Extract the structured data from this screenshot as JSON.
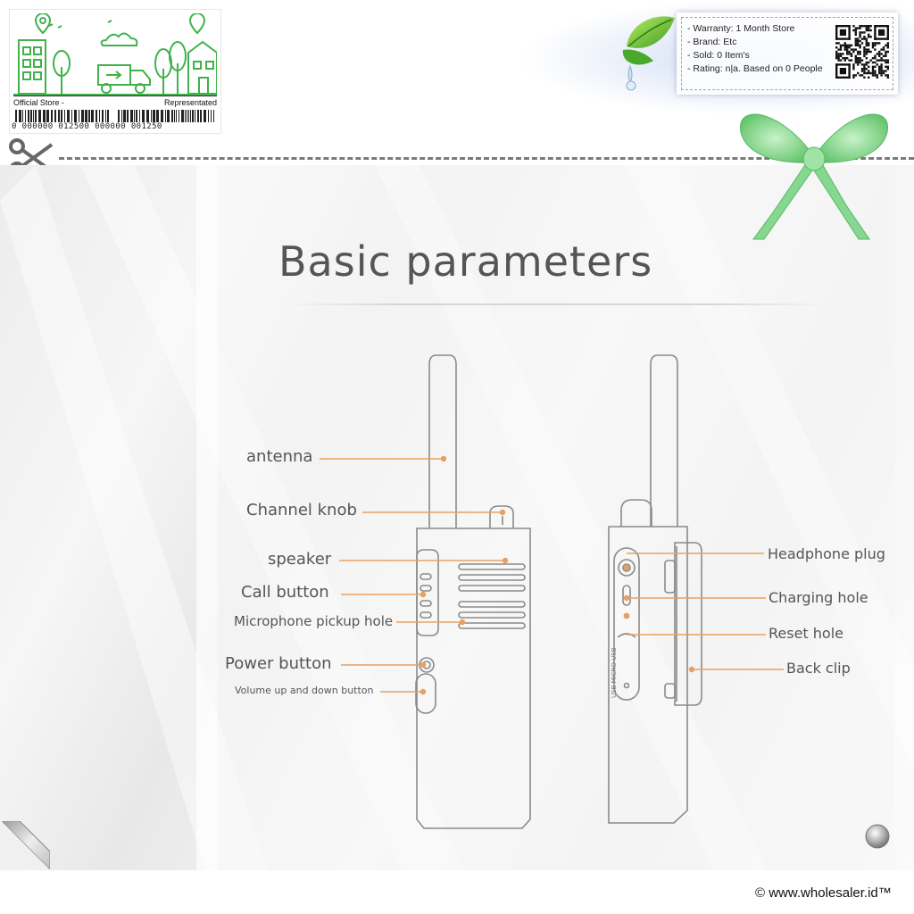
{
  "store_card": {
    "left_label": "Official Store -",
    "right_label": "Representated",
    "barcode_text": "0 000000 012500 000000 001250"
  },
  "info_panel": {
    "lines": [
      "- Warranty: 1 Month Store",
      "- Brand: Etc",
      "- Sold: 0 Item's",
      "- Rating: n|a. Based on 0 People"
    ]
  },
  "main": {
    "title": "Basic parameters",
    "labels_left": {
      "antenna": "antenna",
      "channel_knob": "Channel knob",
      "speaker": "speaker",
      "call_button": "Call button",
      "microphone": "Microphone pickup hole",
      "power_button": "Power button",
      "volume": "Volume up and down button"
    },
    "labels_right": {
      "headphone": "Headphone plug",
      "charging": "Charging hole",
      "reset": "Reset hole",
      "back_clip": "Back clip"
    },
    "side_text": "USB MICRO USB"
  },
  "footer": {
    "copyright": "© www.wholesaler.id™"
  },
  "colors": {
    "accent_orange": "#e8a060",
    "store_green": "#3fb24a",
    "ribbon_green": "#7fd68a"
  }
}
